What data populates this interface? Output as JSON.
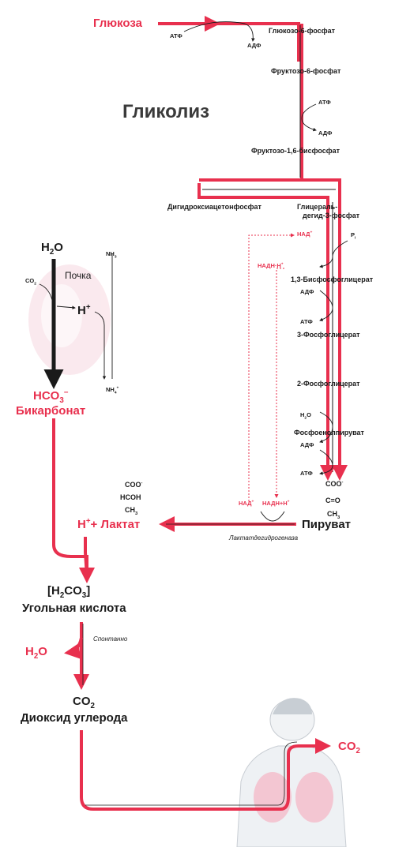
{
  "title": "Гликолиз",
  "glucose": "Глюкоза",
  "atp": "АТФ",
  "adp": "АДФ",
  "g6p": "Глюкозо-6-фосфат",
  "f6p": "Фруктозо-6-фосфат",
  "f16bp": "Фруктозо-1,6-бисфосфат",
  "dhap": "Дигидроксиацетонфосфат",
  "gap_line1": "Глицераль-",
  "gap_line2": "дегид-3-фосфат",
  "nad": "НАД",
  "nadh": "НАДН·Н",
  "pi": "P",
  "pi_sub": "i",
  "bpg": "1,3-Бисфосфоглицерат",
  "pg3": "3-Фосфоглицерат",
  "pg2": "2-Фосфоглицерат",
  "pep": "Фосфоенолпируват",
  "h2o_small": "H",
  "pyruvate_coo": "COO",
  "pyruvate_co": "C=O",
  "pyruvate_ch3": "CH",
  "pyruvate": "Пируват",
  "lactate_coo": "COO",
  "lactate_hcoh": "HCOH",
  "lactate_ch3": "CH",
  "ldh": "Лактатдегидрогеназа",
  "lactate_left": "НАД",
  "lactate_right": "НАДН+Н",
  "h_lactate": "+ Лактат",
  "h2o": "H",
  "co2_small": "CO",
  "kidney": "Почка",
  "h_plus": "H",
  "nh3": "NH",
  "nh4": "NH",
  "hco3": "HCO",
  "bicarbonate": "Бикарбонат",
  "carbonic_formula": "[H",
  "carbonic": "Угольная кислота",
  "spontaneous": "Спонтанно",
  "h2o_red": "H",
  "co2": "CO",
  "co2_name": "Диоксид углерода",
  "co2_exhale": "CO",
  "colors": {
    "accent": "#e8304e",
    "text": "#1a1a1a",
    "title": "#3a3a3a"
  }
}
